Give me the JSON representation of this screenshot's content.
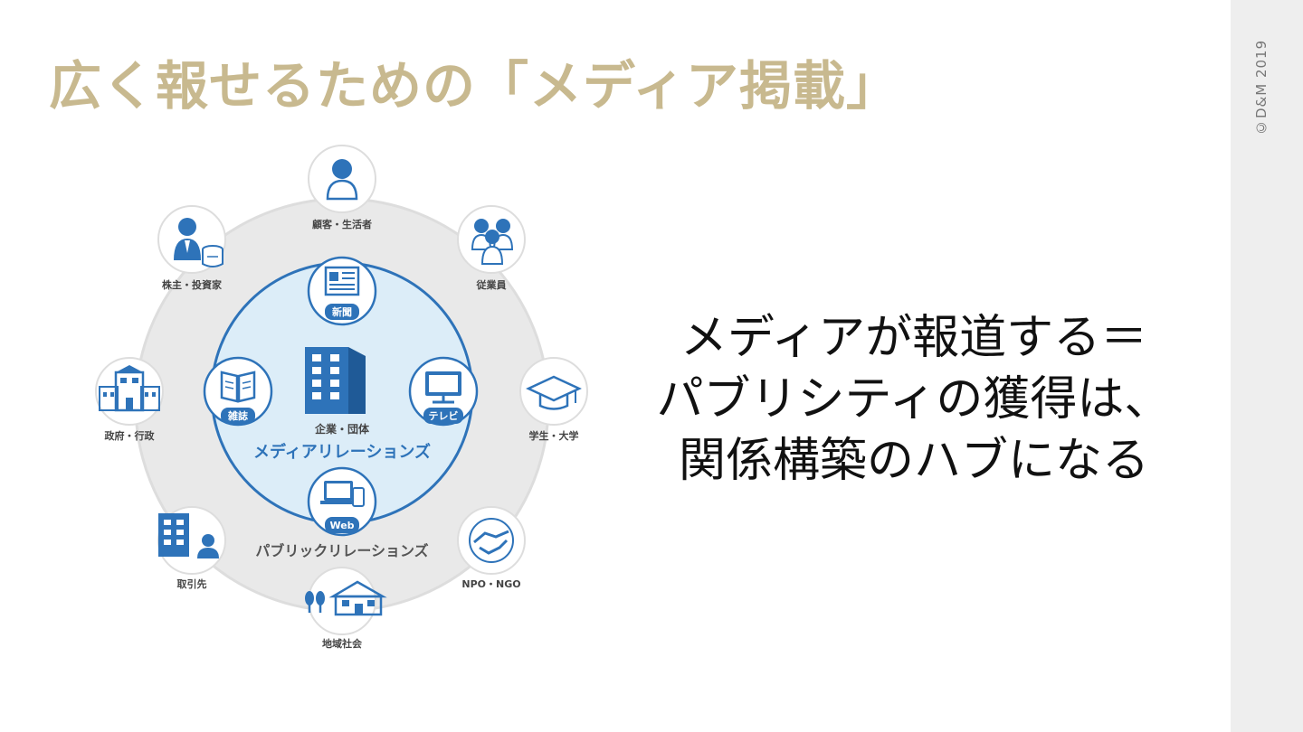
{
  "title": "広く報せるための「メディア掲載」",
  "copyright": "©D&M 2019",
  "message": {
    "lines": [
      "メディアが報道する＝",
      "パブリシティの獲得は、",
      "関係構築のハブになる"
    ]
  },
  "diagram": {
    "outer_label": "パブリックリレーションズ",
    "inner_label": "メディアリレーションズ",
    "center_label": "企業・団体",
    "media": [
      {
        "id": "newspaper",
        "label": "新聞",
        "icon": "newspaper-icon"
      },
      {
        "id": "magazine",
        "label": "雑誌",
        "icon": "magazine-icon"
      },
      {
        "id": "tv",
        "label": "テレビ",
        "icon": "tv-icon"
      },
      {
        "id": "web",
        "label": "Web",
        "icon": "web-devices-icon"
      }
    ],
    "stakeholders": [
      {
        "id": "customers",
        "label": "顧客・生活者",
        "icon": "person-icon"
      },
      {
        "id": "employees",
        "label": "従業員",
        "icon": "group-icon"
      },
      {
        "id": "students",
        "label": "学生・大学",
        "icon": "graduation-cap-icon"
      },
      {
        "id": "npo",
        "label": "NPO・NGO",
        "icon": "handshake-icon"
      },
      {
        "id": "community",
        "label": "地域社会",
        "icon": "community-icon"
      },
      {
        "id": "partners",
        "label": "取引先",
        "icon": "business-partner-icon"
      },
      {
        "id": "government",
        "label": "政府・行政",
        "icon": "government-building-icon"
      },
      {
        "id": "shareholders",
        "label": "株主・投資家",
        "icon": "investor-icon"
      }
    ]
  },
  "colors": {
    "accent": "#2e73b9",
    "title": "#c8b98f",
    "ring": "#e6e6e6",
    "inner_fill": "#dcedf8"
  }
}
